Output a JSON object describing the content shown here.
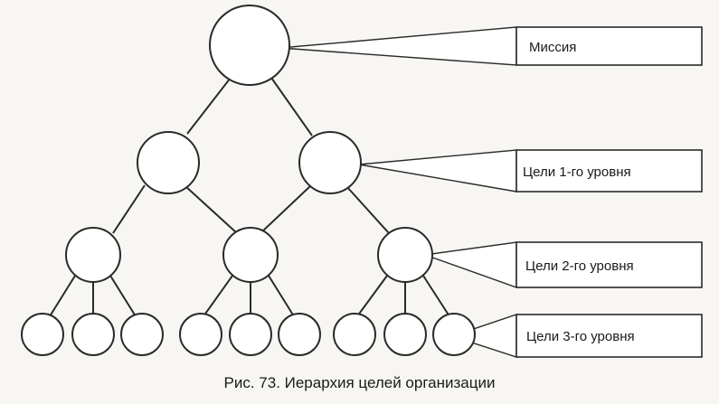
{
  "colors": {
    "stroke": "#2a2a2a",
    "node_fill": "#ffffff",
    "background": "#f7f6f2"
  },
  "labels": {
    "mission": "Миссия",
    "level1": "Цели 1-го уровня",
    "level2": "Цели 2-го уровня",
    "level3": "Цели 3-го уровня"
  },
  "caption": "Рис. 73. Иерархия целей организации"
}
